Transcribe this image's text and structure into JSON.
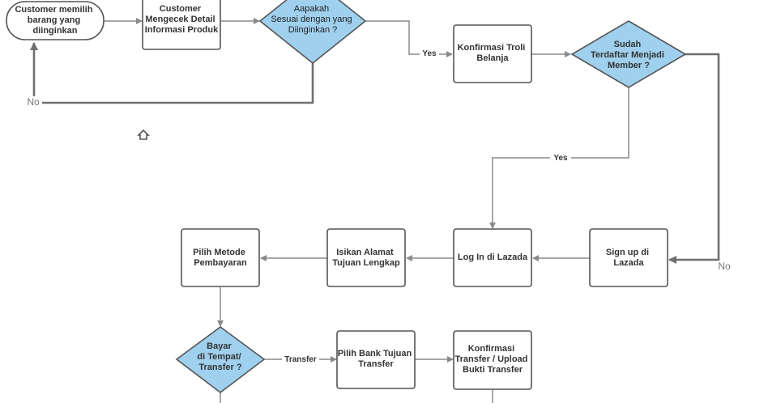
{
  "colors": {
    "decision_fill": "#9fd0ee",
    "stroke": "#555555",
    "line": "#8a8a8a"
  },
  "nodes": {
    "start": [
      "Customer memilih",
      "barang yang",
      "diinginkan"
    ],
    "check_detail": [
      "Customer",
      "Mengecek Detail",
      "Informasi Produk"
    ],
    "decision_match": [
      "Aapakah",
      "Sesuai dengan yang",
      "Diinginkan ?"
    ],
    "confirm_cart": [
      "Konfirmasi Troli",
      "Belanja"
    ],
    "decision_member": [
      "Sudah",
      "Terdaftar Menjadi",
      "Member ?"
    ],
    "signup": [
      "Sign up di",
      "Lazada"
    ],
    "login": [
      "Log In di Lazada"
    ],
    "address": [
      "Isikan Alamat",
      "Tujuan Lengkap"
    ],
    "payment_method": [
      "Pilih Metode",
      "Pembayaran"
    ],
    "decision_pay": [
      "Bayar",
      "di Tempat/",
      "Transfer ?"
    ],
    "bank": [
      "Pilih Bank Tujuan",
      "Transfer"
    ],
    "confirm_transfer": [
      "Konfirmasi",
      "Transfer / Upload",
      "Bukti Transfer"
    ]
  },
  "edges": {
    "yes_match": "Yes",
    "no_match": "No",
    "yes_member": "Yes",
    "no_member": "No",
    "transfer": "Transfer"
  }
}
